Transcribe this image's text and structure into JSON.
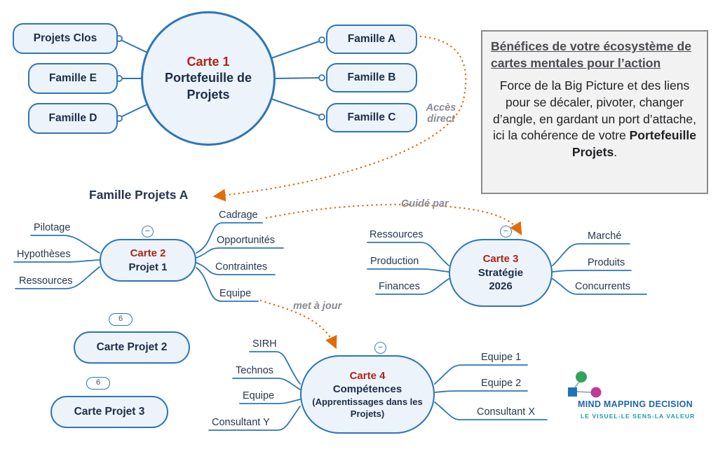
{
  "colors": {
    "node_border": "#2e75b6",
    "node_fill": "#ecf3fa",
    "card_title_red": "#b02318",
    "text_navy": "#1d2d47",
    "arrow_orange": "#e26b0a",
    "annotation_gray": "#8a8a95"
  },
  "carte1": {
    "title": "Carte 1",
    "subtitle": "Portefeuille de Projets",
    "left_nodes": [
      "Projets Clos",
      "Famille E",
      "Famille D"
    ],
    "right_nodes": [
      "Famille A",
      "Famille B",
      "Famille C"
    ]
  },
  "benefits": {
    "title": "Bénéfices de votre écosystème de cartes mentales pour l’action",
    "body_before": "Force de la Big Picture et des liens pour se décaler, pivoter, changer d’angle, en gardant un port d’attache, ici la cohérence de votre ",
    "body_bold": "Portefeuille Projets",
    "body_after": "."
  },
  "heading_famille_a": "Famille Projets A",
  "annotations": {
    "acces_line1": "Accès",
    "acces_line2": "direct",
    "guide_par": "Guidé par",
    "met_a_jour": "met à jour"
  },
  "collapse_symbol": "−",
  "carte2": {
    "title": "Carte 2",
    "subtitle": "Projet 1",
    "left": [
      "Pilotage",
      "Hypothèses",
      "Ressources"
    ],
    "right": [
      "Cadrage",
      "Opportunités",
      "Contraintes",
      "Equipe"
    ]
  },
  "carte3": {
    "title": "Carte 3",
    "subtitle": "Stratégie",
    "year": "2026",
    "left": [
      "Ressources",
      "Production",
      "Finances"
    ],
    "right": [
      "Marché",
      "Produits",
      "Concurrents"
    ]
  },
  "carte4": {
    "title": "Carte 4",
    "subtitle": "Compétences",
    "subtitle2": "(Apprentissages dans les Projets)",
    "left": [
      "SIRH",
      "Technos",
      "Equipe",
      "Consultant Y"
    ],
    "right": [
      "Equipe 1",
      "Equipe 2",
      "Consultant X"
    ]
  },
  "project_cards": [
    {
      "badge": "6",
      "label": "Carte Projet 2"
    },
    {
      "badge": "6",
      "label": "Carte Projet 3"
    }
  ],
  "logo": {
    "name": "MIND MAPPING DECISION",
    "tagline": "LE VISUEL-LE SENS-LA VALEUR"
  }
}
